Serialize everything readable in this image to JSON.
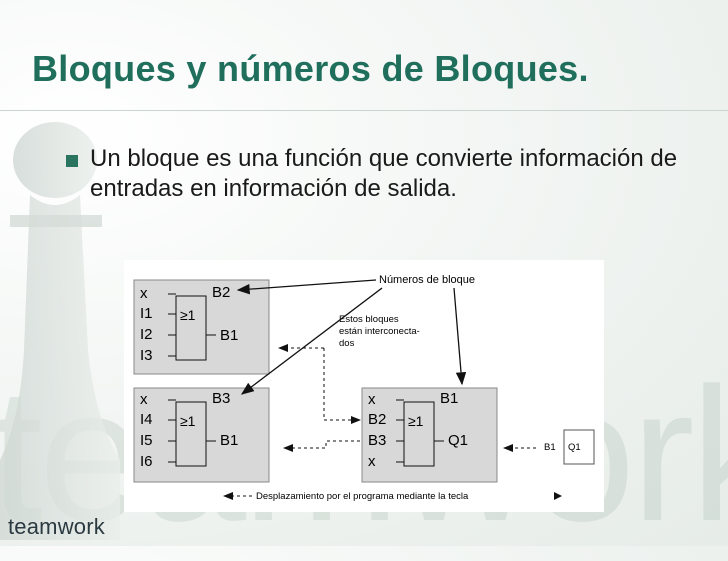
{
  "slide": {
    "title": "Bloques y números de Bloques.",
    "bullet": "Un bloque es una función que convierte información de entradas en información de salida.",
    "brand": "teamwork",
    "watermark": "teamwork"
  },
  "diagram": {
    "callouts": {
      "numeros": "Números de bloque",
      "interconectados": [
        "Estos bloques",
        "están interconecta-",
        "dos"
      ]
    },
    "block1": {
      "inputs": [
        "x",
        "I1",
        "I2",
        "I3"
      ],
      "number": "B2",
      "symbol": "≥1",
      "output": "B1"
    },
    "block2": {
      "inputs": [
        "x",
        "I4",
        "I5",
        "I6"
      ],
      "number": "B3",
      "symbol": "≥1",
      "output": "B1"
    },
    "block3": {
      "inputs": [
        "x",
        "B2",
        "B3",
        "x"
      ],
      "number": "B1",
      "symbol": "≥1",
      "output": "Q1"
    },
    "side_label": "B1",
    "side_box": "Q1",
    "bottom_note": "Desplazamiento por el programa mediante la tecla"
  },
  "colors": {
    "title": "#1f6f5c",
    "bullet": "#2b7460"
  }
}
